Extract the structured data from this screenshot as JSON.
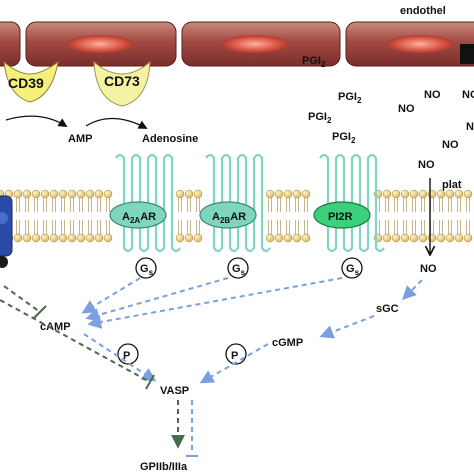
{
  "header": {
    "endothelium_label": "endothel"
  },
  "enzymes": [
    {
      "label": "CD39",
      "color": "#f4f07a"
    },
    {
      "label": "CD73",
      "color": "#f6f2a4"
    }
  ],
  "metabolites": {
    "amp": "AMP",
    "adenosine": "Adenosine"
  },
  "pgi2": {
    "base": "PGI",
    "sub": "2"
  },
  "no": {
    "label": "NO"
  },
  "platelet": {
    "label": "plat"
  },
  "receptors": [
    {
      "base": "A",
      "sub": "2A",
      "rest": "AR"
    },
    {
      "base": "A",
      "sub": "2B",
      "rest": "AR"
    },
    {
      "base": "PI2R",
      "sub": "",
      "rest": ""
    }
  ],
  "gprotein": {
    "base": "G",
    "sub": "s"
  },
  "signaling": {
    "camp": "cAMP",
    "cgmp": "cGMP",
    "sgc": "sGC",
    "vasp": "VASP",
    "phospho": "P",
    "target": "GPIIb/IIIa"
  },
  "colors": {
    "cell_fill": "#8e3a36",
    "nucleus": "#e05a4a",
    "receptor_a": "#7fd6bf",
    "receptor_pi2r": "#3ccf7c",
    "membrane_head": "#f0d58a",
    "arrow_blue": "#7aa0e0",
    "arrow_green": "#4a6a50",
    "cd39_shape": "#2a4aa8"
  }
}
